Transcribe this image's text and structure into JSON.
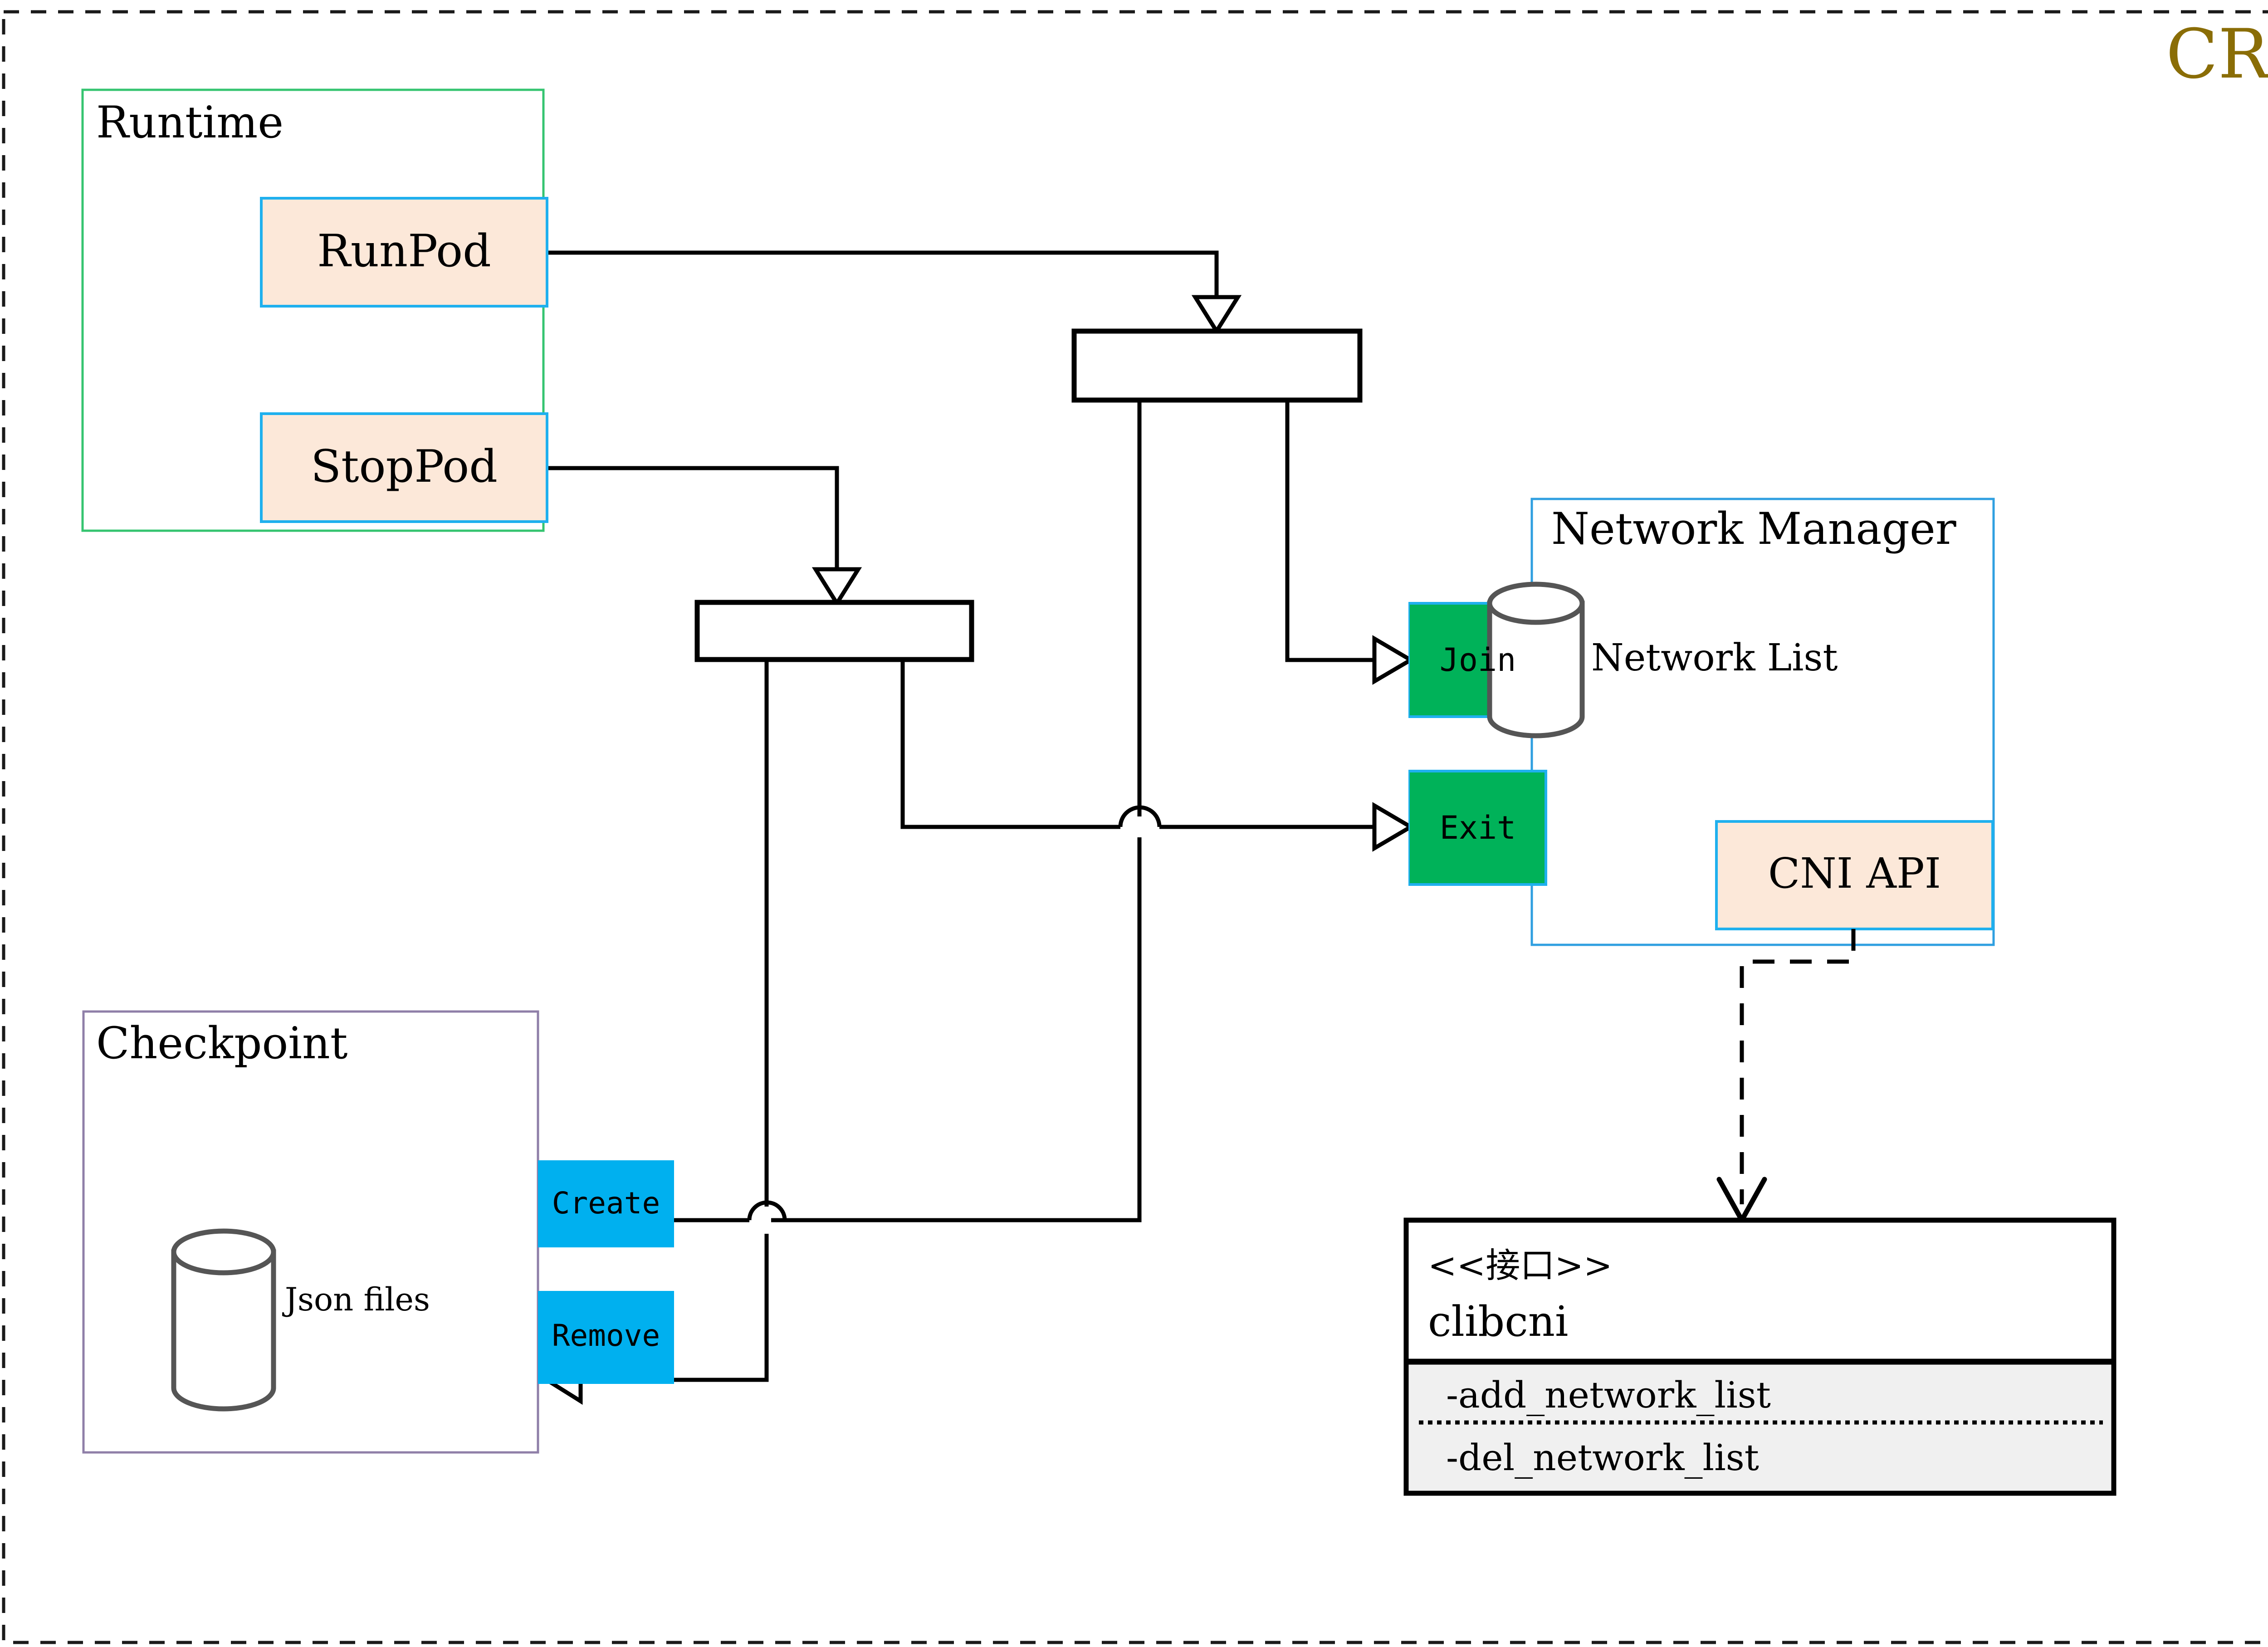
{
  "diagram": {
    "title": "CRI",
    "title_color": "#8a6d06",
    "outer_border": "dashed"
  },
  "groups": [
    {
      "id": "runtime",
      "label": "Runtime",
      "border_color": "#35c470",
      "fill": "#ffffff"
    },
    {
      "id": "network_manager",
      "label": "Network Manager",
      "border_color": "#2f9fe0",
      "fill": "#ffffff"
    },
    {
      "id": "checkpoint",
      "label": "Checkpoint",
      "border_color": "#8f7fa8",
      "fill": "#ffffff"
    }
  ],
  "nodes": {
    "run_pod": {
      "label": "RunPod",
      "fill": "#fce8d9",
      "border": "#1fb0ee"
    },
    "stop_pod": {
      "label": "StopPod",
      "fill": "#fce8d9",
      "border": "#1fb0ee"
    },
    "join": {
      "label": "Join",
      "fill": "#00b259",
      "border": "#1fb0ee"
    },
    "exit": {
      "label": "Exit",
      "fill": "#00b259",
      "border": "#1fb0ee"
    },
    "cni_api": {
      "label": "CNI API",
      "fill": "#fce8d9",
      "border": "#1fb0ee"
    },
    "create": {
      "label": "Create",
      "fill": "#00b0ef",
      "border": "#00b0ef"
    },
    "remove": {
      "label": "Remove",
      "fill": "#00b0ef",
      "border": "#00b0ef"
    }
  },
  "datastores": {
    "network_list": {
      "label": "Network List",
      "stroke": "#555555"
    },
    "json_files": {
      "label": "Json files",
      "stroke": "#555555"
    }
  },
  "interface_box": {
    "stereotype": "<<接口>>",
    "name": "clibcni",
    "methods": [
      "-add_network_list",
      "-del_network_list"
    ],
    "methods_fill": "#f0f0f0",
    "border": "#000000"
  },
  "fork_bars": [
    {
      "id": "fork-top",
      "label": ""
    },
    {
      "id": "fork-bottom",
      "label": ""
    }
  ]
}
